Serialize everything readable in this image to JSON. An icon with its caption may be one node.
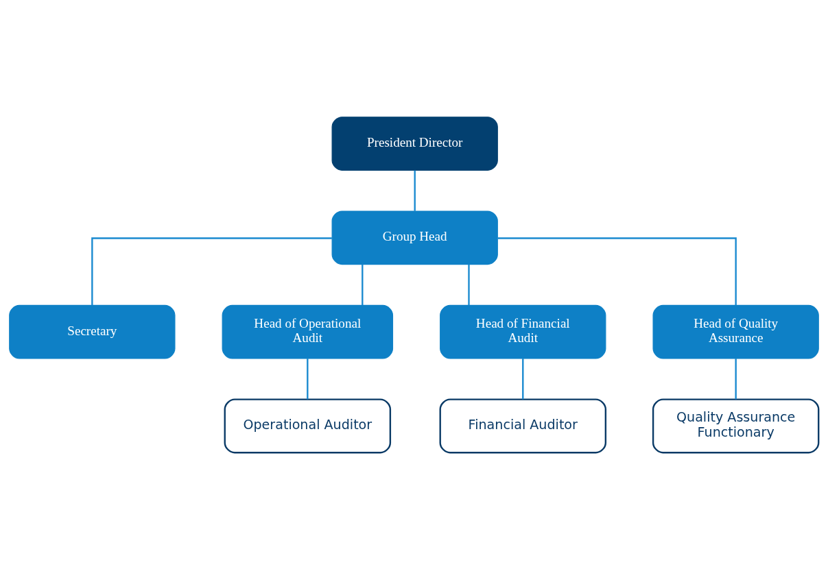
{
  "diagram": {
    "nodes": [
      {
        "text": [
          "President Director"
        ]
      },
      {
        "text": [
          "Group Head"
        ]
      },
      {
        "text": [
          "Secretary"
        ]
      },
      {
        "text": [
          "Head of Operational Audit"
        ]
      },
      {
        "text": [
          "Head of Financial Audit"
        ]
      },
      {
        "text": [
          "Head of Quality Assurance"
        ]
      },
      {
        "text": [
          "Operational Auditor"
        ]
      },
      {
        "text": [
          "Financial Auditor"
        ]
      },
      {
        "text": [
          "Quality Assurance Functionary"
        ]
      }
    ],
    "edges": [
      {
        "from": 0,
        "to": 1,
        "arrow": "none"
      },
      {
        "from": 1,
        "to": 2,
        "arrow": "none"
      },
      {
        "from": 1,
        "to": 3,
        "arrow": "none"
      },
      {
        "from": 1,
        "to": 4,
        "arrow": "none"
      },
      {
        "from": 1,
        "to": 5,
        "arrow": "none"
      },
      {
        "from": 3,
        "to": 6,
        "arrow": "none"
      },
      {
        "from": 4,
        "to": 7,
        "arrow": "none"
      },
      {
        "from": 5,
        "to": 8,
        "arrow": "none"
      }
    ]
  }
}
